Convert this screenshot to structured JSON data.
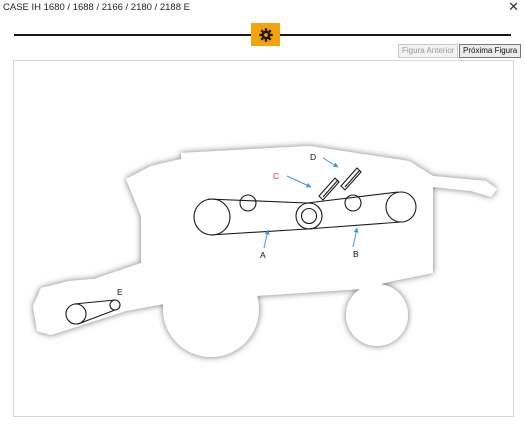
{
  "window": {
    "title": "CASE IH 1680 / 1688 / 2166 / 2180 / 2188 E",
    "close_glyph": "✕"
  },
  "toolbar": {
    "settings_icon": "gear-icon",
    "prev_label": "Figura Anterior",
    "next_label": "Próxima Figura"
  },
  "figure": {
    "labels": {
      "a": "A",
      "b": "B",
      "c": "C",
      "d": "D",
      "e": "E"
    },
    "colors": {
      "accent": "#f5a30c",
      "label_c": "#d32f2f",
      "arrow": "#3a9ad9"
    }
  }
}
